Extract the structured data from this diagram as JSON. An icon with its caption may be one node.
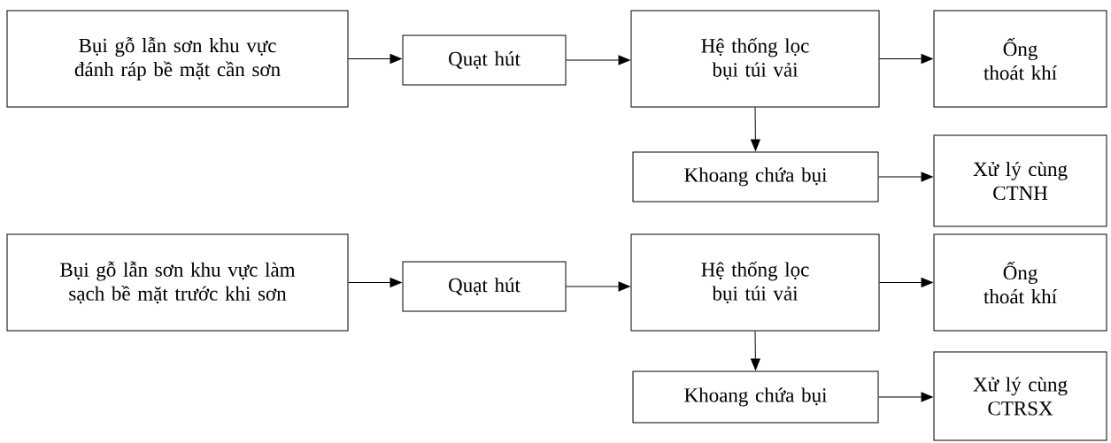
{
  "diagram": {
    "nodes": [
      {
        "text": [
          "Bụi gỗ lẫn sơn khu vực đánh ráp bề mặt cần sơn"
        ]
      },
      {
        "text": [
          "Quạt hút"
        ]
      },
      {
        "text": [
          "Hệ thống lọc bụi túi vải"
        ]
      },
      {
        "text": [
          "Ống thoát khí"
        ]
      },
      {
        "text": [
          "Khoang chứa bụi"
        ]
      },
      {
        "text": [
          "Xử lý cùng CTNH"
        ]
      },
      {
        "text": [
          "Bụi gỗ lẫn sơn khu vực làm sạch bề mặt trước khi sơn"
        ]
      },
      {
        "text": [
          "Quạt hút"
        ]
      },
      {
        "text": [
          "Hệ thống lọc bụi túi vải"
        ]
      },
      {
        "text": [
          "Ống thoát khí"
        ]
      },
      {
        "text": [
          "Khoang chứa bụi"
        ]
      },
      {
        "text": [
          "Xử lý cùng CTRSX"
        ]
      }
    ],
    "edges": [
      {
        "from": 0,
        "to": 1,
        "arrow": "to"
      },
      {
        "from": 1,
        "to": 2,
        "arrow": "to"
      },
      {
        "from": 2,
        "to": 3,
        "arrow": "to"
      },
      {
        "from": 2,
        "to": 4,
        "arrow": "to"
      },
      {
        "from": 4,
        "to": 5,
        "arrow": "to"
      },
      {
        "from": 6,
        "to": 7,
        "arrow": "to"
      },
      {
        "from": 7,
        "to": 8,
        "arrow": "to"
      },
      {
        "from": 8,
        "to": 9,
        "arrow": "to"
      },
      {
        "from": 8,
        "to": 10,
        "arrow": "to"
      },
      {
        "from": 10,
        "to": 11,
        "arrow": "to"
      }
    ]
  }
}
